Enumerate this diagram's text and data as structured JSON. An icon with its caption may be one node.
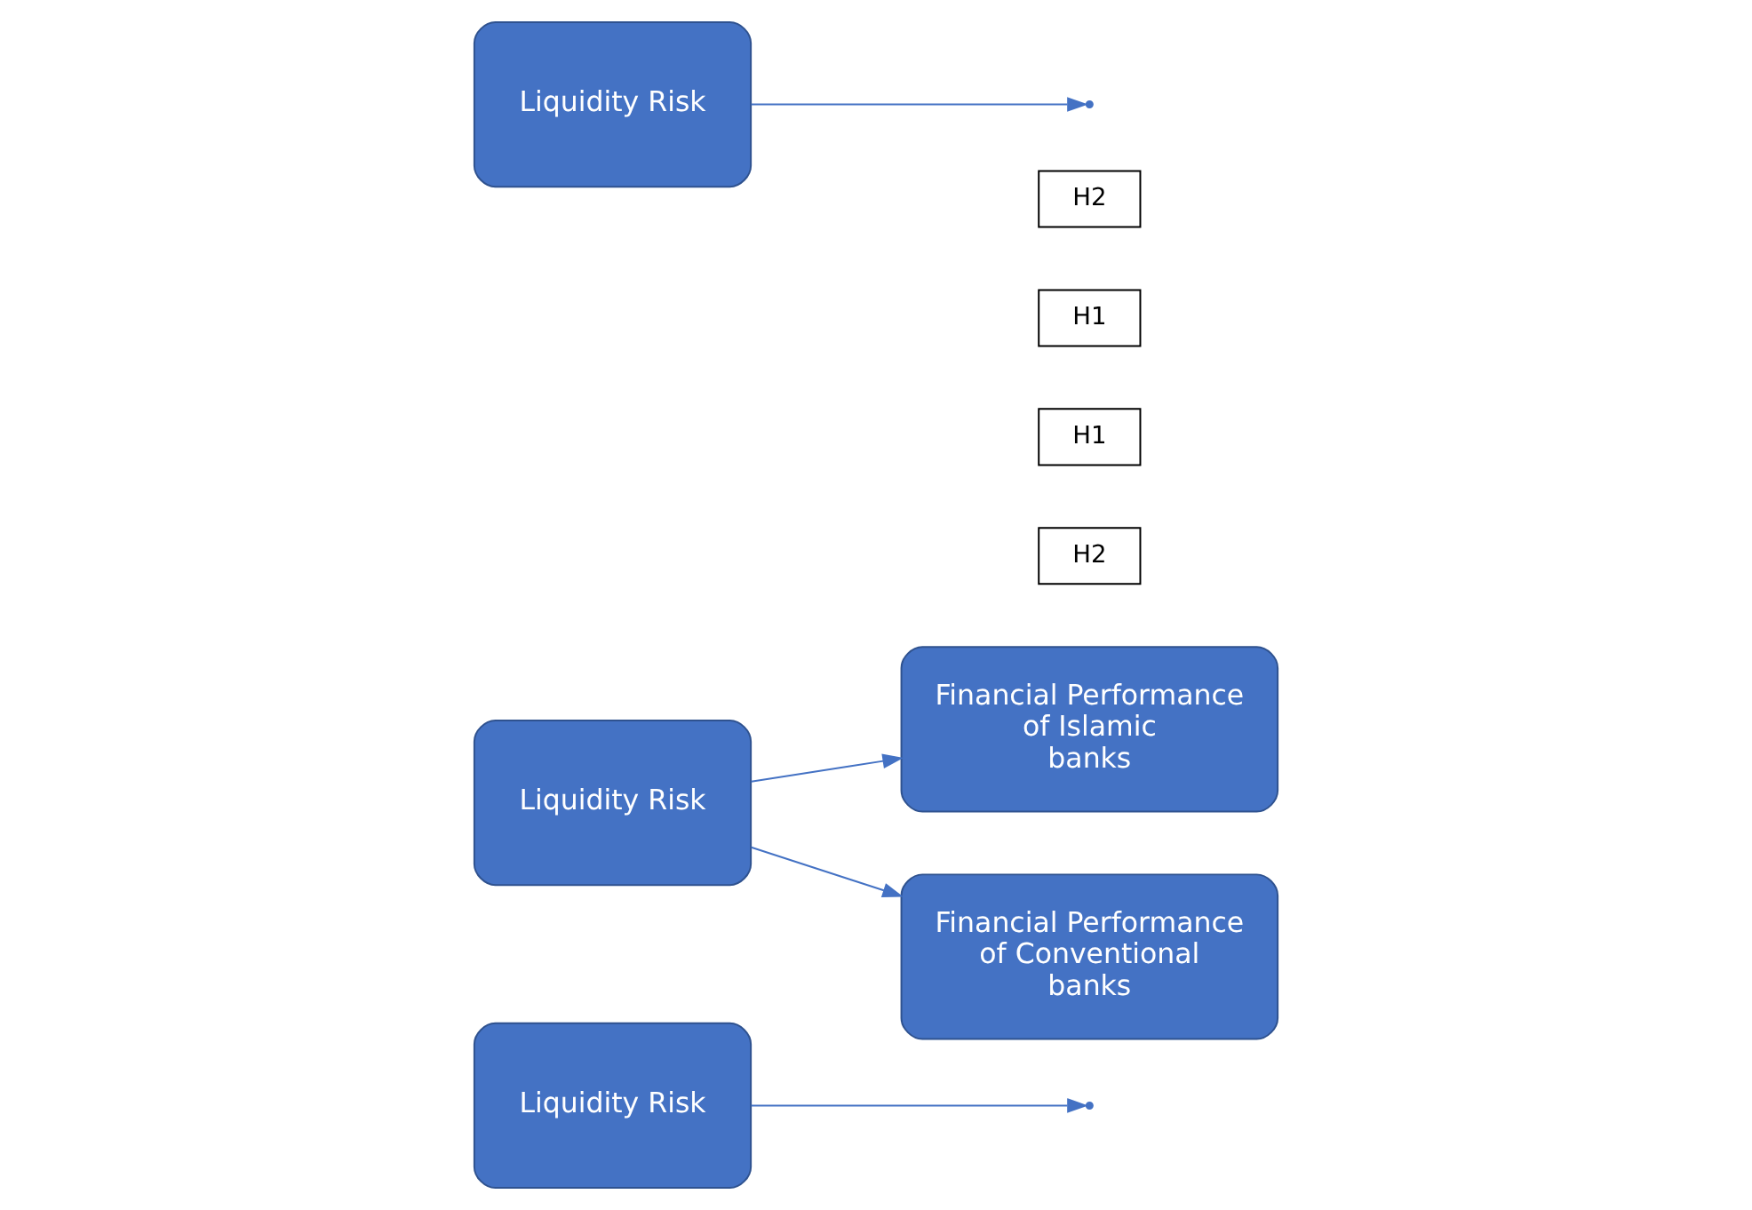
{
  "diagram": {
    "nodes": [
      {
        "text": [
          "Liquidity Risk"
        ]
      },
      {
        "text": [
          "Financial Performance of Islamic banks"
        ]
      },
      {
        "text": [
          "H2"
        ]
      },
      {
        "text": [
          "H1"
        ]
      },
      {
        "text": [
          "Liquidity Risk"
        ]
      },
      {
        "text": [
          "H1"
        ]
      },
      {
        "text": [
          "Financial Performance of Conventional banks"
        ]
      },
      {
        "text": [
          "H2"
        ]
      },
      {
        "text": [
          "Liquidity Risk"
        ]
      }
    ],
    "edges": [
      {
        "from": 4,
        "to": 1,
        "arrow": "to"
      },
      {
        "from": 4,
        "to": 6,
        "arrow": "to"
      },
      {
        "from": 0,
        "to": null,
        "arrow": "to"
      },
      {
        "from": 8,
        "to": null,
        "arrow": "to"
      }
    ]
  }
}
